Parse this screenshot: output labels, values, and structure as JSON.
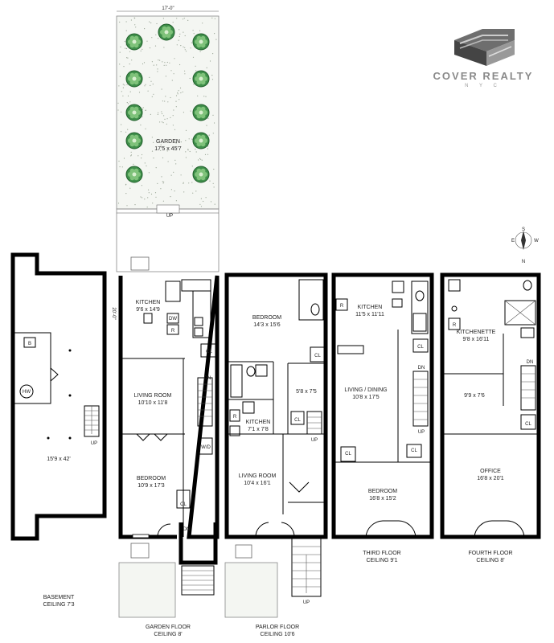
{
  "brand": {
    "name": "COVER REALTY",
    "sub": "N Y C"
  },
  "compass": {
    "n": "N",
    "s": "S",
    "e": "E",
    "w": "W"
  },
  "garden_outdoor": {
    "width_dim": "17'-0\"",
    "side_dim": "20'-0\"",
    "label": "GARDEN",
    "dims": "17'5 x 45'7",
    "up": "UP"
  },
  "basement": {
    "caption1": "BASEMENT",
    "caption2": "CEILING 7'3",
    "main_dims": "15'9 x 42'",
    "b": "B",
    "hw": "HW",
    "up": "UP"
  },
  "garden_floor": {
    "caption1": "GARDEN FLOOR",
    "caption2": "CEILING 8'",
    "kitchen": "KITCHEN",
    "kitchen_dims": "9'6 x 14'9",
    "living": "LIVING ROOM",
    "living_dims": "10'10 x 11'8",
    "bedroom": "BEDROOM",
    "bedroom_dims": "10'9 x 17'3",
    "dw": "DW",
    "r": "R",
    "cl1": "CL",
    "cl2": "CL",
    "dn1": "DN",
    "dn2": "DN",
    "wd": "W/D"
  },
  "parlor_floor": {
    "caption1": "PARLOR FLOOR",
    "caption2": "CEILING 10'6",
    "bedroom": "BEDROOM",
    "bedroom_dims": "14'3 x 15'6",
    "small_dims": "5'8 x 7'5",
    "kitchen": "KITCHEN",
    "kitchen_dims": "7'1 x 7'8",
    "living": "LIVING ROOM",
    "living_dims": "10'4 x 16'1",
    "cl1": "CL",
    "cl2": "CL",
    "up": "UP",
    "up2": "UP",
    "r": "R"
  },
  "third_floor": {
    "caption1": "THIRD FLOOR",
    "caption2": "CEILING 9'1",
    "kitchen": "KITCHEN",
    "kitchen_dims": "11'5 x 11'11",
    "living": "LIVING / DINING",
    "living_dims": "10'8 x 17'5",
    "bedroom": "BEDROOM",
    "bedroom_dims": "16'8 x 15'2",
    "r": "R",
    "cl1": "CL",
    "cl2": "CL",
    "cl3": "CL",
    "dn": "DN",
    "up": "UP"
  },
  "fourth_floor": {
    "caption1": "FOURTH FLOOR",
    "caption2": "CEILING 8'",
    "kitchenette": "KITCHENETTE",
    "kitchenette_dims": "9'8 x 16'11",
    "small_dims": "9'9 x 7'6",
    "office": "OFFICE",
    "office_dims": "16'8 x 20'1",
    "r": "R",
    "cl": "CL",
    "dn": "DN"
  }
}
